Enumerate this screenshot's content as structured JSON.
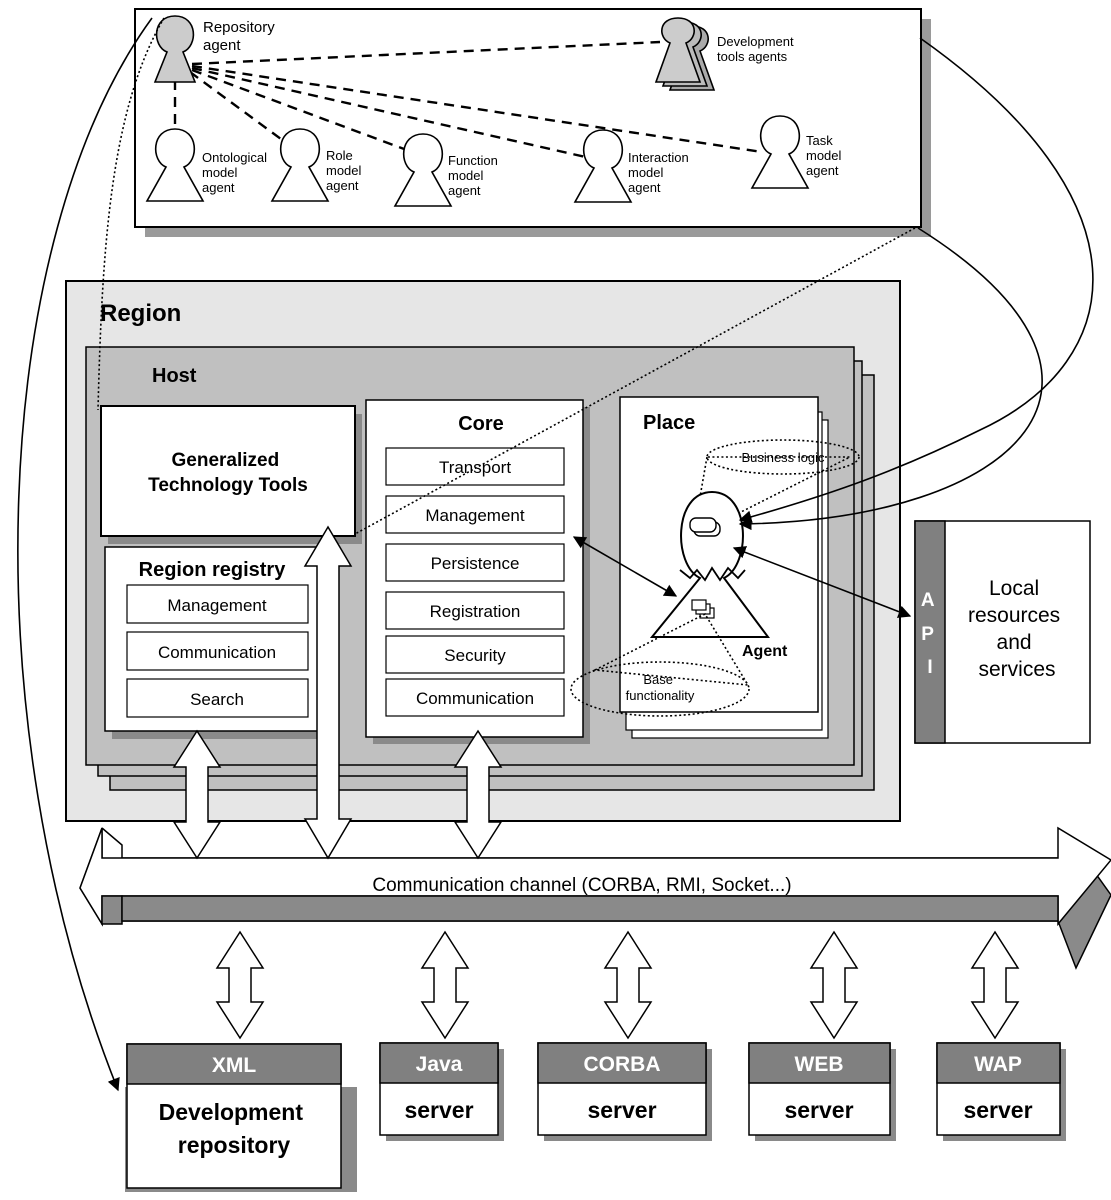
{
  "agents_panel": {
    "repository_agent": [
      "Repository",
      "agent"
    ],
    "development_tools_agents": [
      "Development",
      "tools agents"
    ],
    "ontological_agent": [
      "Ontological",
      "model",
      "agent"
    ],
    "role_agent": [
      "Role",
      "model",
      "agent"
    ],
    "function_agent": [
      "Function",
      "model",
      "agent"
    ],
    "interaction_agent": [
      "Interaction",
      "model",
      "agent"
    ],
    "task_agent": [
      "Task",
      "model",
      "agent"
    ]
  },
  "region": {
    "title": "Region",
    "host_title": "Host",
    "gtt": [
      "Generalized",
      "Technology Tools"
    ],
    "registry": {
      "title": "Region registry",
      "items": [
        "Management",
        "Communication",
        "Search"
      ]
    },
    "core": {
      "title": "Core",
      "items": [
        "Transport",
        "Management",
        "Persistence",
        "Registration",
        "Security",
        "Communication"
      ]
    },
    "place": {
      "title": "Place",
      "business_logic": "Business logic",
      "base_functionality": [
        "Base",
        "functionality"
      ],
      "agent_label": "Agent"
    }
  },
  "local_resources": {
    "api_letters": [
      "A",
      "P",
      "I"
    ],
    "label": [
      "Local",
      "resources",
      "and",
      "services"
    ]
  },
  "channel": {
    "label": "Communication channel (CORBA, RMI, Socket...)"
  },
  "servers": [
    {
      "header": "XML",
      "body": [
        "Development",
        "repository"
      ]
    },
    {
      "header": "Java",
      "body": [
        "server"
      ]
    },
    {
      "header": "CORBA",
      "body": [
        "server"
      ]
    },
    {
      "header": "WEB",
      "body": [
        "server"
      ]
    },
    {
      "header": "WAP",
      "body": [
        "server"
      ]
    }
  ],
  "colors": {
    "shadow": "#9a9a9a",
    "region_fill": "#e6e6e6",
    "host_fill": "#c0c0c0",
    "header_fill": "#808080",
    "agent_fill": "#cccccc"
  }
}
